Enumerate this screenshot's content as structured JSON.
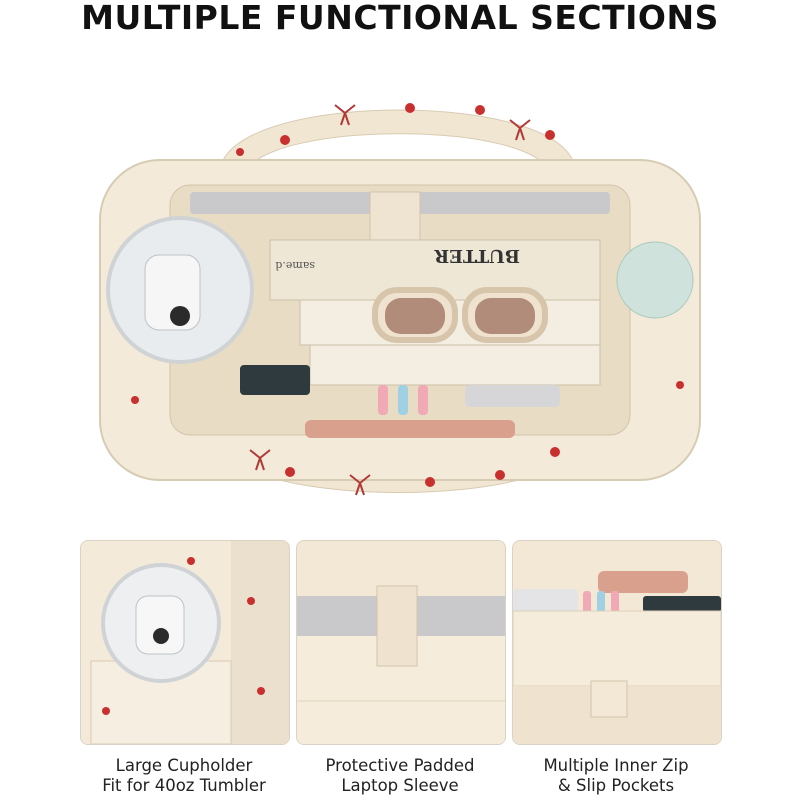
{
  "heading": "MULTIPLE FUNCTIONAL SECTIONS",
  "book_spine_text": "BUTTER",
  "book_spine_text_2": "same.d",
  "features": [
    {
      "line1": "Large Cupholder",
      "line2": "Fit for 40oz Tumbler",
      "icon": "cupholder"
    },
    {
      "line1": "Protective Padded",
      "line2": "Laptop Sleeve",
      "icon": "laptop-sleeve"
    },
    {
      "line1": "Multiple Inner Zip",
      "line2": "& Slip Pockets",
      "icon": "slip-pockets"
    }
  ],
  "colors": {
    "canvas": "#f3ead9",
    "strawberry": "#c7302f",
    "bow": "#b03a38",
    "liner": "#efe4d1"
  }
}
